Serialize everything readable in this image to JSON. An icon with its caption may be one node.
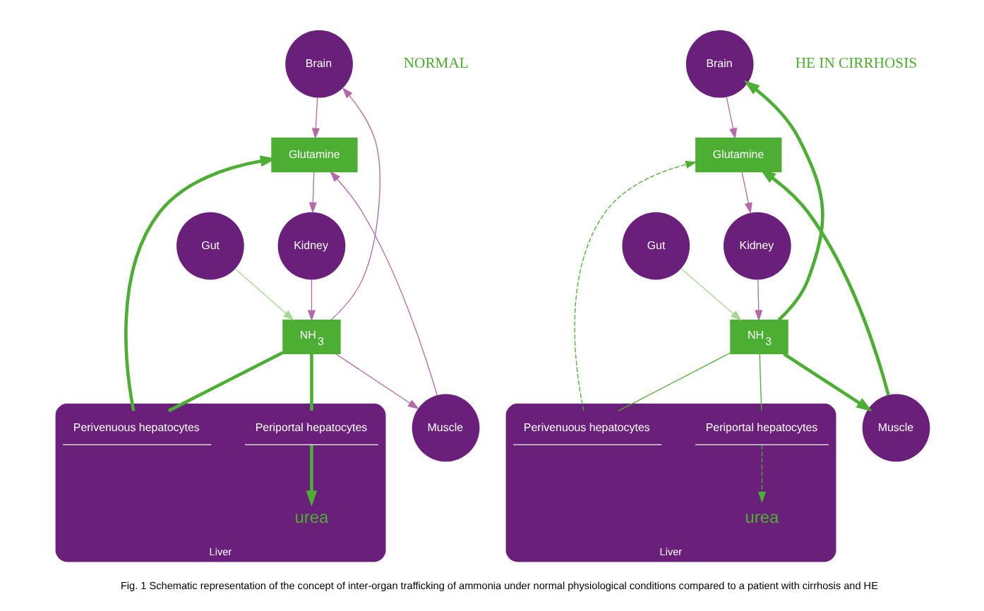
{
  "diagram": {
    "caption": "Fig. 1 Schematic representation of the concept of inter-organ trafficking of ammonia under normal physiological conditions compared to a patient with cirrhosis and HE",
    "nodes": [
      {
        "text": [
          "Brain"
        ]
      },
      {
        "text": [
          "Liver"
        ]
      },
      {
        "text": [
          "urea"
        ],
        "in": 1
      },
      {
        "text": [
          "Periportal hepatocytes"
        ],
        "in": 1
      },
      {
        "text": [
          "Perivenuous hepatocytes"
        ],
        "in": 1
      },
      {
        "text": [
          "NH$_{3}$"
        ]
      },
      {
        "text": [
          "Gut"
        ]
      },
      {
        "text": [
          "Muscle"
        ]
      },
      {
        "text": [
          "Glutamine"
        ]
      },
      {
        "text": [
          "Kidney"
        ]
      },
      {
        "text": [
          "Brain"
        ]
      },
      {
        "text": [
          "Liver"
        ]
      },
      {
        "text": [
          "urea"
        ],
        "in": 11
      },
      {
        "text": [
          "Periportal hepatocytes"
        ],
        "in": 11
      },
      {
        "text": [
          "Perivenuous hepatocytes"
        ],
        "in": 11
      },
      {
        "text": [
          "NH$_{3}$"
        ]
      },
      {
        "text": [
          "Gut"
        ]
      },
      {
        "text": [
          "Muscle"
        ]
      },
      {
        "text": [
          "Glutamine"
        ]
      },
      {
        "text": [
          "Kidney"
        ]
      }
    ],
    "edges": [
      {
        "from": 3,
        "to": 2,
        "arrow": "to",
        "style": "thick"
      },
      {
        "from": 5,
        "to": 3,
        "arrow": "none",
        "style": "thick"
      },
      {
        "from": 5,
        "to": 4,
        "arrow": "none",
        "style": "thick"
      },
      {
        "from": 4,
        "to": 8,
        "arrow": "to",
        "style": "thick"
      },
      {
        "from": 6,
        "to": 5,
        "arrow": "to",
        "color": "#a8d890"
      },
      {
        "from": 5,
        "to": 0,
        "arrow": "to",
        "color": "#b36aab"
      },
      {
        "from": 0,
        "to": 8,
        "arrow": "to",
        "color": "#b36aab"
      },
      {
        "from": 5,
        "to": 7,
        "arrow": "to",
        "color": "#b36aab"
      },
      {
        "from": 7,
        "to": 8,
        "arrow": "to",
        "color": "#b36aab"
      },
      {
        "from": 8,
        "to": 9,
        "arrow": "to",
        "color": "#b36aab"
      },
      {
        "from": 9,
        "to": 5,
        "arrow": "to",
        "color": "#b36aab"
      },
      {
        "from": 13,
        "to": 12,
        "arrow": "to",
        "style": "dashed"
      },
      {
        "from": 15,
        "to": 13,
        "arrow": "none"
      },
      {
        "from": 15,
        "to": 14,
        "arrow": "none"
      },
      {
        "from": 14,
        "to": 18,
        "arrow": "to",
        "style": "dashed"
      },
      {
        "from": 16,
        "to": 15,
        "arrow": "to",
        "color": "#a8d890"
      },
      {
        "from": 15,
        "to": 10,
        "arrow": "to",
        "style": "thick"
      },
      {
        "from": 10,
        "to": 18,
        "arrow": "to",
        "color": "#b36aab"
      },
      {
        "from": 15,
        "to": 17,
        "arrow": "to",
        "style": "thick"
      },
      {
        "from": 17,
        "to": 18,
        "arrow": "to",
        "style": "thick"
      },
      {
        "from": 18,
        "to": 19,
        "arrow": "to",
        "color": "#b36aab"
      },
      {
        "from": 19,
        "to": 15,
        "arrow": "to",
        "color": "#b36aab"
      }
    ],
    "labels": [
      "NORMAL",
      "HE IN CIRRHOSIS"
    ]
  }
}
